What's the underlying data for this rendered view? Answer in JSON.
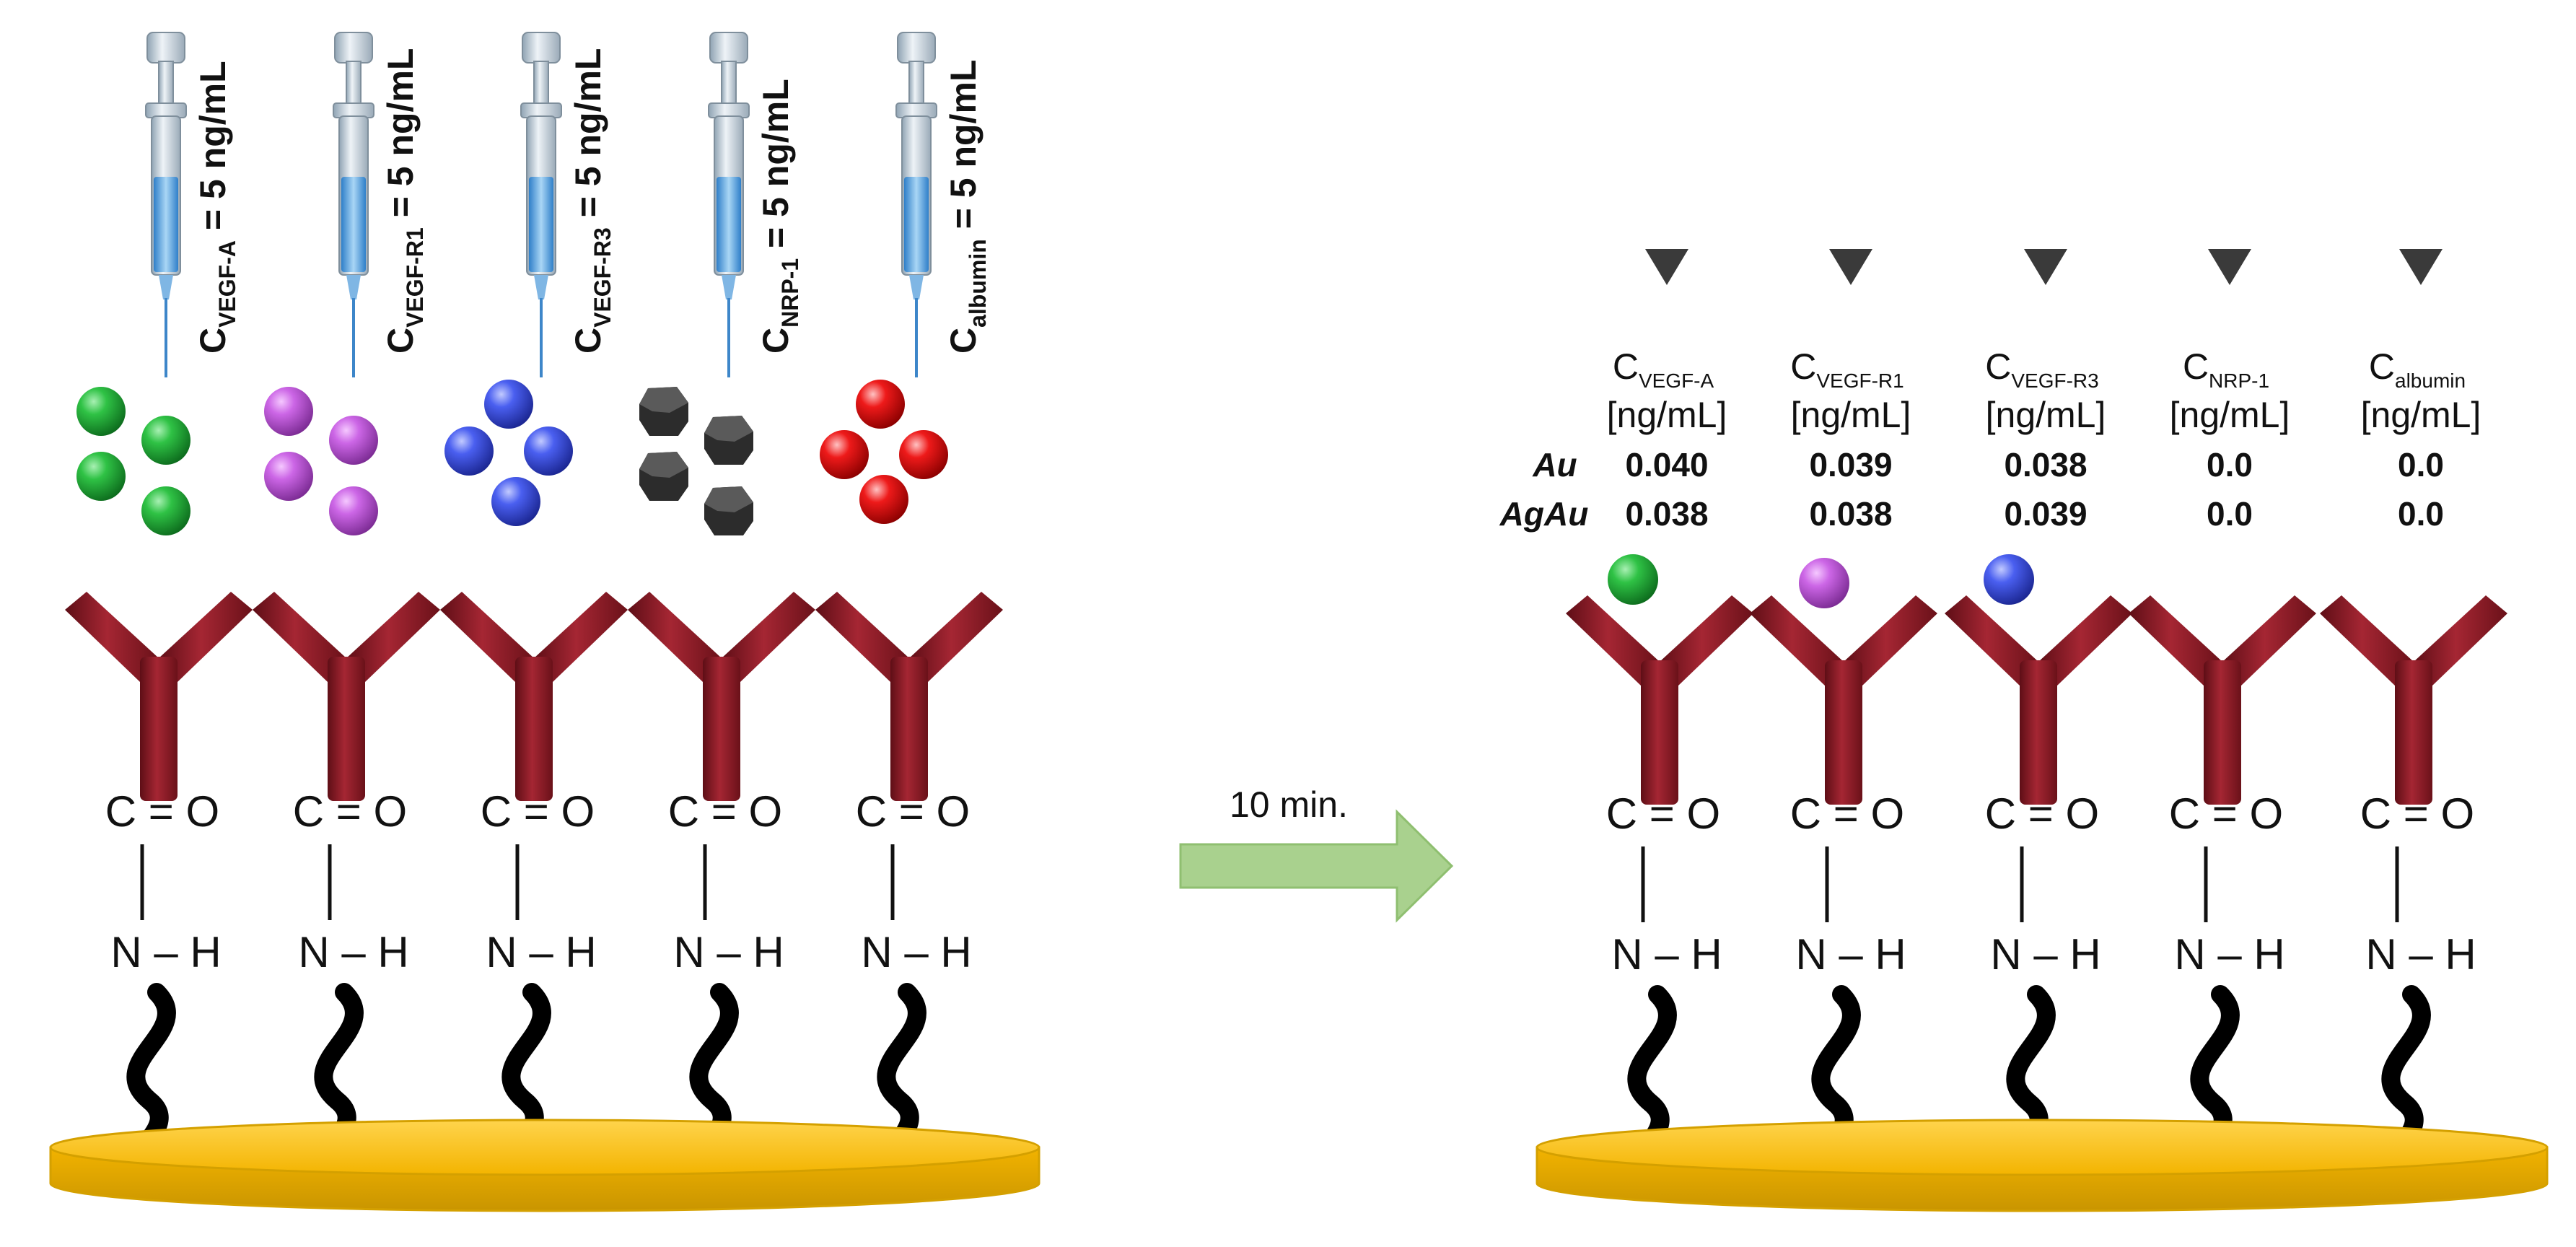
{
  "left_panel": {
    "syringe_labels": [
      {
        "c": "C",
        "sub": "VEGF-A",
        "rest": " = 5 ng/mL"
      },
      {
        "c": "C",
        "sub": "VEGF-R1",
        "rest": " = 5 ng/mL"
      },
      {
        "c": "C",
        "sub": "VEGF-R3",
        "rest": " = 5 ng/mL"
      },
      {
        "c": "C",
        "sub": "NRP-1",
        "rest": " = 5 ng/mL"
      },
      {
        "c": "C",
        "sub": "albumin",
        "rest": " = 5 ng/mL"
      }
    ],
    "particle_colors": [
      "#22b33a",
      "#c05ad8",
      "#3a4fe0",
      "#3a3a3a",
      "#e31010"
    ]
  },
  "chemistry": {
    "carbonyl": "C = O",
    "amine": "N – H"
  },
  "arrow": {
    "label": "10 min.",
    "color": "#a9d18e"
  },
  "right_panel": {
    "columns": [
      {
        "c": "C",
        "sub": "VEGF-A",
        "unit": "[ng/mL]",
        "au": "0.040",
        "agau": "0.038"
      },
      {
        "c": "C",
        "sub": "VEGF-R1",
        "unit": "[ng/mL]",
        "au": "0.039",
        "agau": "0.038"
      },
      {
        "c": "C",
        "sub": "VEGF-R3",
        "unit": "[ng/mL]",
        "au": "0.038",
        "agau": "0.039"
      },
      {
        "c": "C",
        "sub": "NRP-1",
        "unit": "[ng/mL]",
        "au": "0.0",
        "agau": "0.0"
      },
      {
        "c": "C",
        "sub": "albumin",
        "unit": "[ng/mL]",
        "au": "0.0",
        "agau": "0.0"
      }
    ],
    "row_labels": {
      "au": "Au",
      "agau": "AgAu"
    },
    "bound_particle_colors": [
      "#22b33a",
      "#c05ad8",
      "#3a4fe0"
    ]
  },
  "colors": {
    "antibody": "#8b1a24",
    "plate": "#ffc000",
    "plate_edge": "#d4a000",
    "linker": "#000000"
  }
}
